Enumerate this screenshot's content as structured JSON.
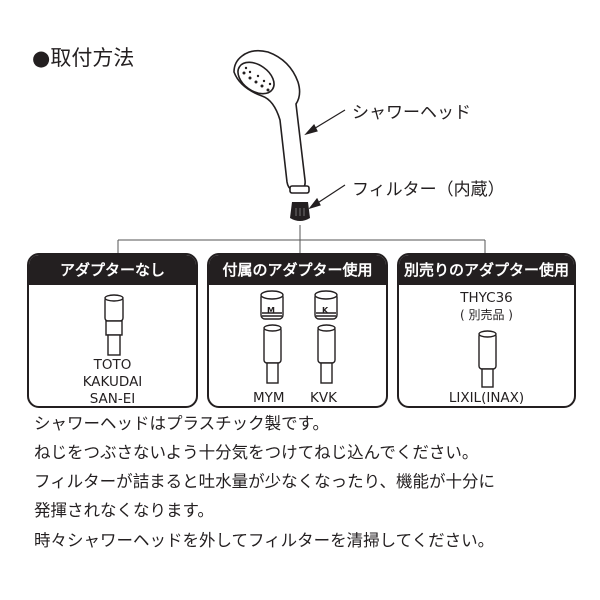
{
  "title": "●取付方法",
  "labels": {
    "shower_head": "シャワーヘッド",
    "filter": "フィルター（内蔵）"
  },
  "boxes": [
    {
      "header": "アダプターなし",
      "brands": [
        "TOTO",
        "KAKUDAI",
        "SAN-EI"
      ]
    },
    {
      "header": "付属のアダプター使用",
      "adapters": [
        {
          "mark": "M",
          "brand": "MYM"
        },
        {
          "mark": "K",
          "brand": "KVK"
        }
      ]
    },
    {
      "header": "別売りのアダプター使用",
      "part": "THYC36",
      "part_note": "( 別売品 )",
      "brand": "LIXIL(INAX)"
    }
  ],
  "notes": [
    "シャワーヘッドはプラスチック製です。",
    "ねじをつぶさないよう十分気をつけてねじ込んでください。",
    "フィルターが詰まると吐水量が少なくなったり、機能が十分に",
    "発揮されなくなります。",
    "時々シャワーヘッドを外してフィルターを清掃してください。"
  ]
}
